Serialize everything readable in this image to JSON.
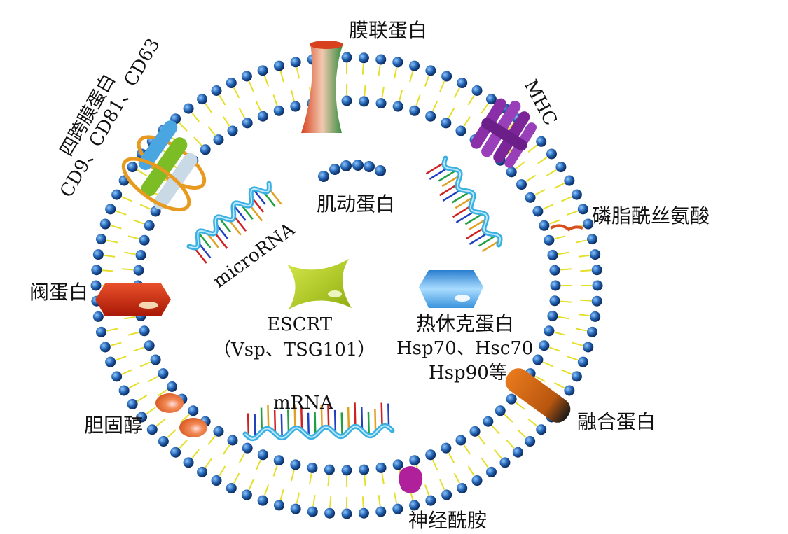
{
  "labels": {
    "membrane_linked_protein": "膜联蛋白",
    "mhc": "MHC",
    "phosphatidylserine": "磷脂酰丝氨酸",
    "tetraspanin_title": "四跨膜蛋白",
    "tetraspanin_members": "CD9、CD81、CD63",
    "actin": "肌动蛋白",
    "microrna": "microRNA",
    "valve_protein": "阀蛋白",
    "escrt": "ESCRT",
    "escrt_members": "（Vsp、TSG101）",
    "heat_shock_protein": "热休克蛋白",
    "hsp_line1": "Hsp70、Hsc70",
    "hsp_line2": "Hsp90等",
    "mrna": "mRNA",
    "cholesterol": "胆固醇",
    "fusion_protein": "融合蛋白",
    "sphingomyelin": "神经酰胺"
  },
  "colors": {
    "lipid_head": "#1f5fae",
    "lipid_tail": "#e6df2a",
    "annexin": "#c8442c",
    "mhc": "#8a2fa8",
    "valve": "#cc2a10",
    "escrt": "#b9d21f",
    "hsp": "#4aa8e6",
    "fusion": "#d86a1a",
    "cholesterol": "#f07a3a",
    "ceramide": "#b0209a",
    "rna_backbone": "#3ab0e0"
  }
}
